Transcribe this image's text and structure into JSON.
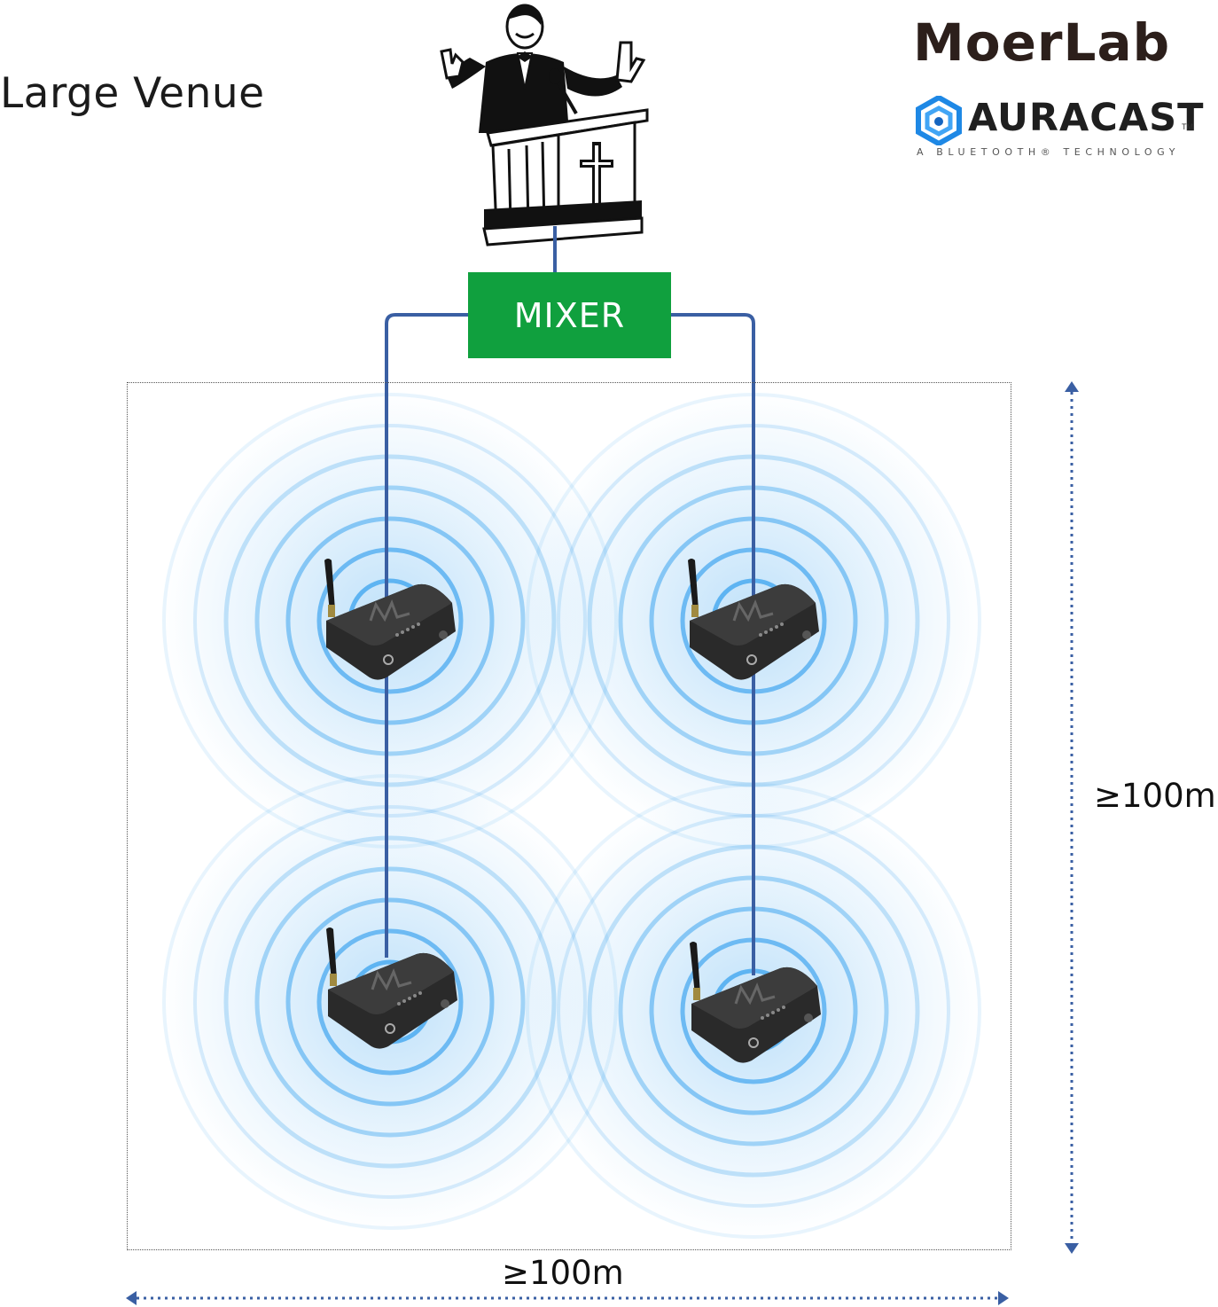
{
  "title": "Large Venue",
  "brand": {
    "name": "MoerLab",
    "auracast": "AURACAST",
    "trademark": "TM",
    "auracast_tagline": "A BLUETOOTH® TECHNOLOGY"
  },
  "mixer": {
    "label": "MIXER"
  },
  "dimensions": {
    "width_label": "≥100m",
    "height_label": "≥100m"
  },
  "colors": {
    "mixer": "#10a03e",
    "cable": "#3a5fa3",
    "waves": "#4aaaf0",
    "dimension_arrow": "#3a5fa3",
    "auracast_icon": "#1e88e5"
  },
  "icons": {
    "speaker": "preacher-at-pulpit-illustration",
    "transmitter": "auracast-transmitter-device"
  },
  "transmitters": [
    {
      "id": "top-left"
    },
    {
      "id": "top-right"
    },
    {
      "id": "bottom-left"
    },
    {
      "id": "bottom-right"
    }
  ]
}
